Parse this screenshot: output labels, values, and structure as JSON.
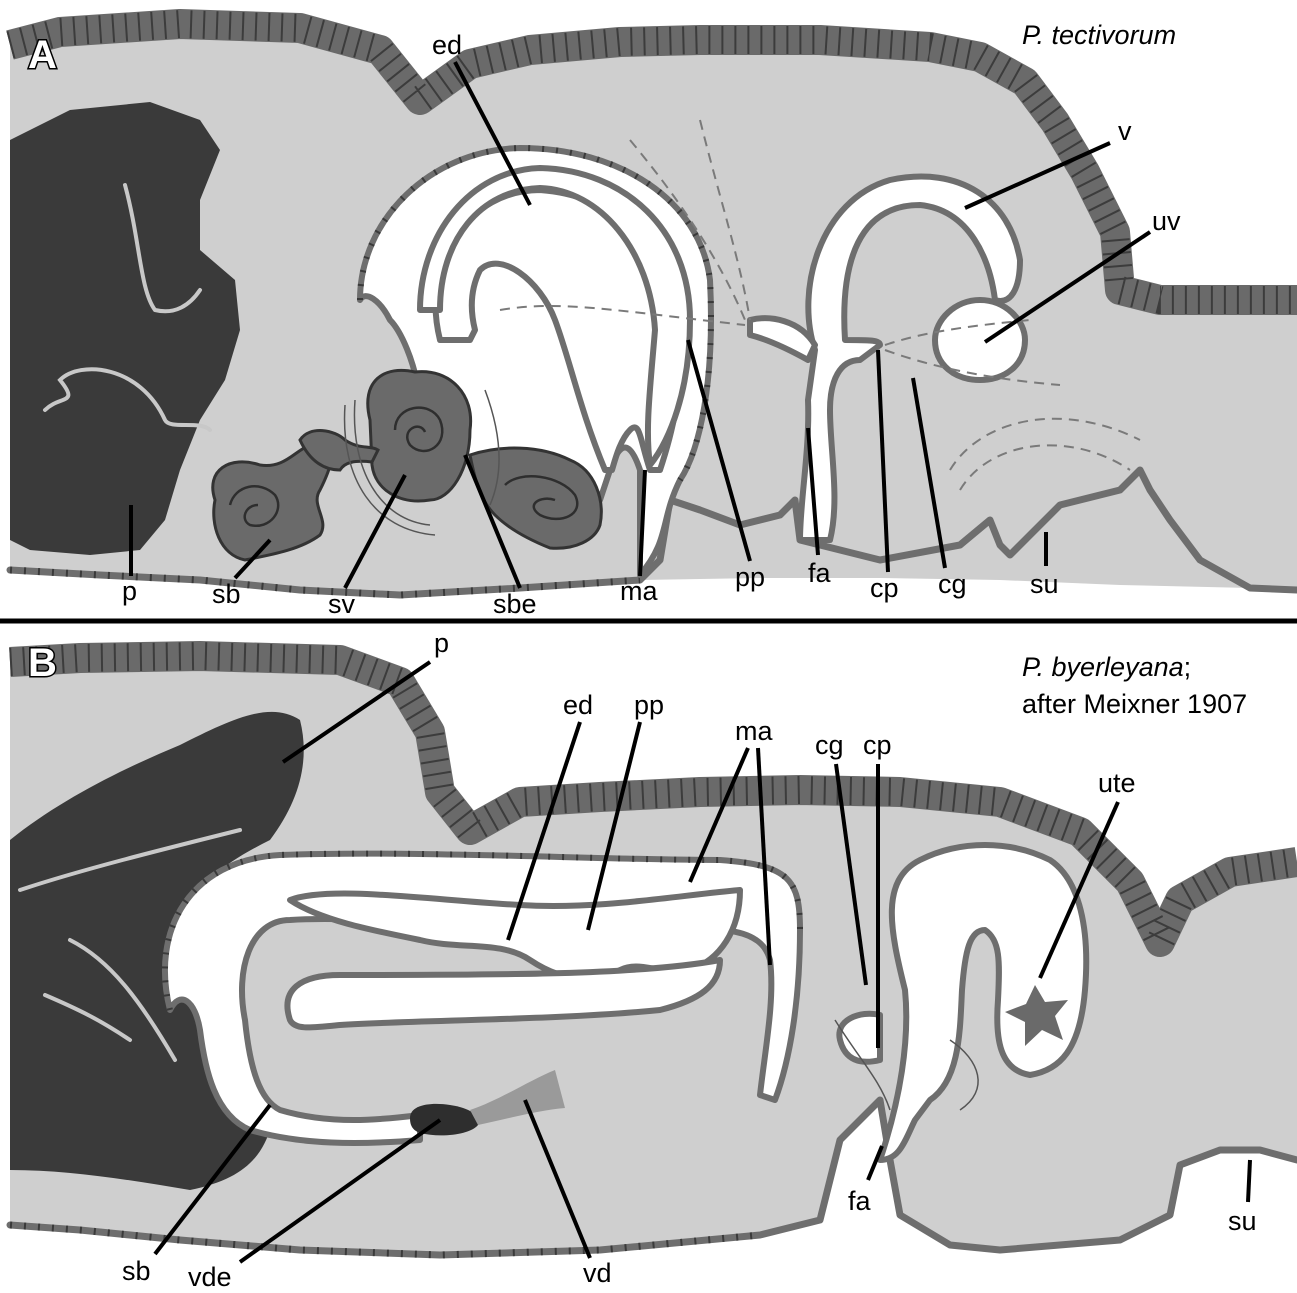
{
  "panels": [
    {
      "letter": "A",
      "species": "P. tectivorum",
      "labels": {
        "ed": "ed",
        "v": "v",
        "uv": "uv",
        "p": "p",
        "sb": "sb",
        "sv": "sv",
        "sbe": "sbe",
        "ma": "ma",
        "pp": "pp",
        "fa": "fa",
        "cp": "cp",
        "cg": "cg",
        "su": "su"
      }
    },
    {
      "letter": "B",
      "species": "P. byerleyana",
      "species_suffix": ";",
      "attribution": "after Meixner 1907",
      "labels": {
        "p": "p",
        "ed": "ed",
        "pp": "pp",
        "ma": "ma",
        "cg": "cg",
        "cp": "cp",
        "ute": "ute",
        "fa": "fa",
        "su": "su",
        "sb": "sb",
        "vde": "vde",
        "vd": "vd"
      }
    }
  ],
  "colors": {
    "tissue": "#cfcfcf",
    "epithelium": "#6e6e6e",
    "pharynx": "#3a3a3a",
    "gland": "#6a6a6a",
    "lumen": "#ffffff"
  }
}
